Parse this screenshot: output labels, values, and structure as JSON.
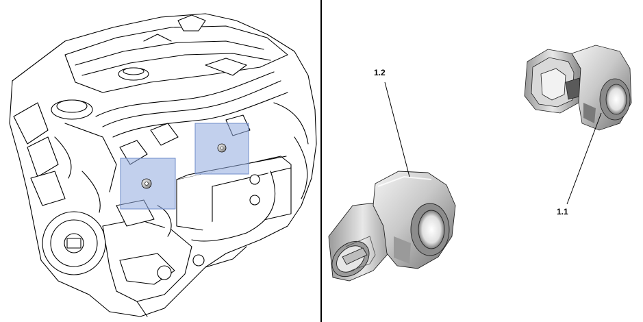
{
  "callouts": {
    "sensor_a": "1.1",
    "sensor_b": "1.2"
  },
  "colors": {
    "highlight": "#8fa9df",
    "line": "#000000",
    "sensor_body": "#c8c8c8"
  },
  "icons": {
    "engine": "engine-illustration",
    "sensor": "knock-sensor"
  }
}
